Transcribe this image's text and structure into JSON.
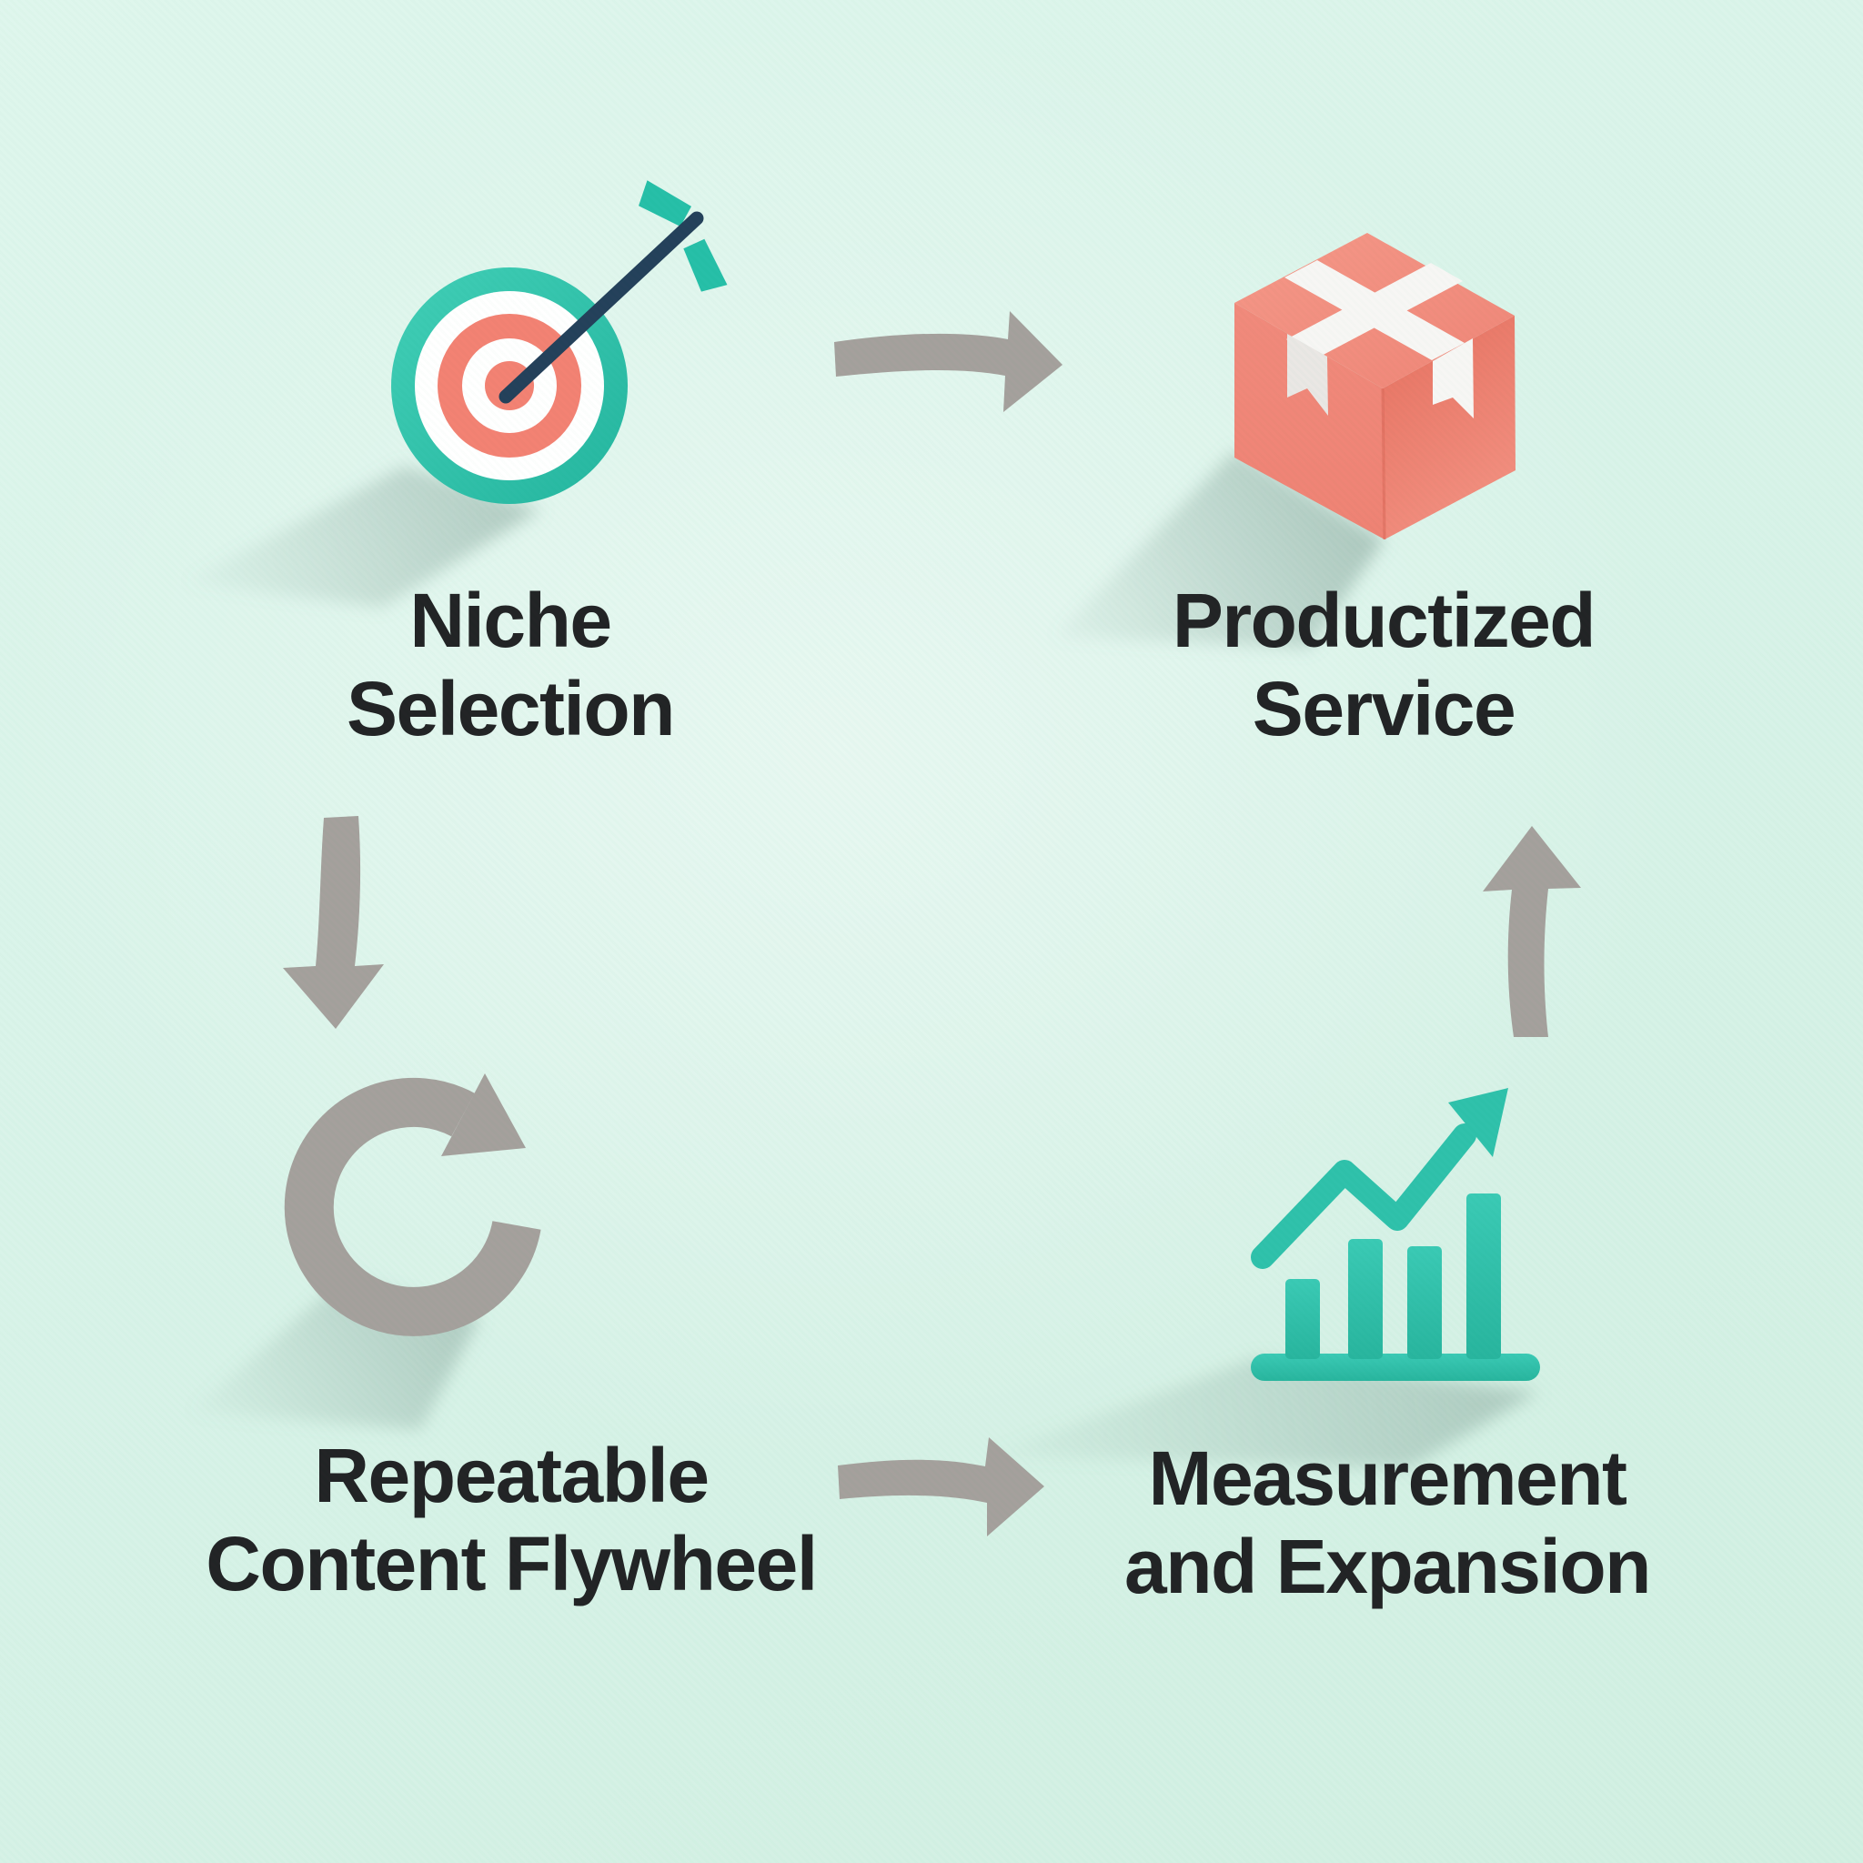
{
  "title": "Productized service flywheel diagram",
  "palette": {
    "background": "#d8f3e8",
    "teal": "#2cc2ab",
    "teal_dark": "#1db39c",
    "coral": "#f37d6e",
    "coral_light": "#f28a7a",
    "coral_dark": "#e8705f",
    "navy": "#1d3a55",
    "arrow_gray": "#a29d99",
    "tape_white": "#f7f6f4",
    "tape_shaded": "#e9e6e3",
    "shadow": "#7d9c92",
    "text": "#1b1c1e"
  },
  "nodes": [
    {
      "id": "niche-selection",
      "icon": "target-icon",
      "line1": "Niche",
      "line2": "Selection"
    },
    {
      "id": "productized-service",
      "icon": "package-icon",
      "line1": "Productized",
      "line2": "Service"
    },
    {
      "id": "repeatable-content-flywheel",
      "icon": "cycle-icon",
      "line1": "Repeatable",
      "line2": "Content Flywheel"
    },
    {
      "id": "measurement-and-expansion",
      "icon": "bar-chart-icon",
      "line1": "Measurement",
      "line2": "and Expansion"
    }
  ],
  "arrows": [
    {
      "from": "niche-selection",
      "to": "productized-service",
      "direction": "right"
    },
    {
      "from": "niche-selection",
      "to": "repeatable-content-flywheel",
      "direction": "down"
    },
    {
      "from": "repeatable-content-flywheel",
      "to": "measurement-and-expansion",
      "direction": "right"
    },
    {
      "from": "measurement-and-expansion",
      "to": "productized-service",
      "direction": "up"
    }
  ]
}
